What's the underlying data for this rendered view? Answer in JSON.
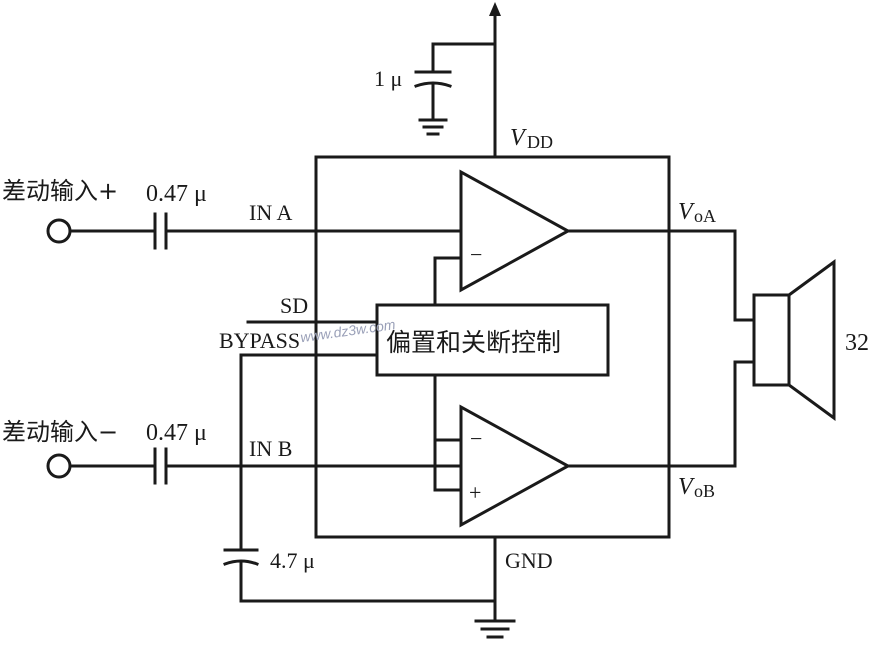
{
  "supply": {
    "vdd_label": "V",
    "vdd_sub": "DD",
    "decoupling_cap": "1 μ"
  },
  "inputs": {
    "plus_label": "差动输入+",
    "plus_cap": "0.47 μ",
    "minus_label": "差动输入−",
    "minus_cap": "0.47 μ"
  },
  "pins": {
    "in_a": "IN  A",
    "in_b": "IN  B",
    "sd": "SD",
    "bypass": "BYPASS",
    "gnd": "GND",
    "voa_v": "V",
    "voa_sub": "oA",
    "vob_v": "V",
    "vob_sub": "oB"
  },
  "amplifiers": {
    "a_minus": "−",
    "b_minus": "−",
    "b_plus": "+"
  },
  "control_block": {
    "label": "偏置和关断控制"
  },
  "bypass_cap": "4.7 μ",
  "speaker": {
    "impedance": "32"
  },
  "watermark": "www.dz3w.com"
}
